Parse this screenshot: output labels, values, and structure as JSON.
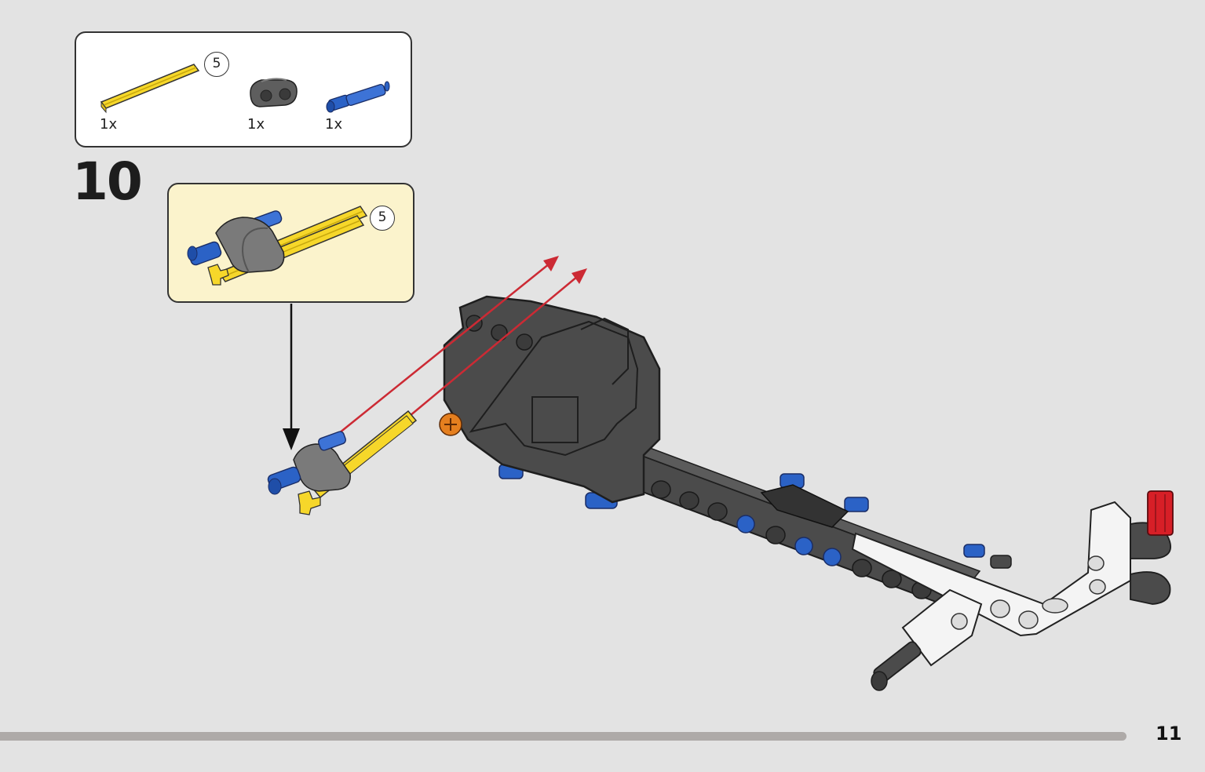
{
  "parts_list": {
    "items": [
      {
        "name": "yellow-axle",
        "quantity": "1x",
        "length_label": "5"
      },
      {
        "name": "grey-connector",
        "quantity": "1x"
      },
      {
        "name": "blue-pin",
        "quantity": "1x"
      }
    ]
  },
  "step": {
    "number": "10"
  },
  "sub_assembly": {
    "length_label": "5"
  },
  "footer": {
    "page_number": "11"
  },
  "colors": {
    "background": "#e3e3e3",
    "axle_yellow": "#f6d72a",
    "pin_blue": "#2b62c6",
    "frame_dark": "#4b4b4b",
    "arrow_red": "#cc2a34",
    "sub_box": "#fbf3cc",
    "white_beam": "#f4f4f4",
    "red_part": "#d71f27"
  }
}
